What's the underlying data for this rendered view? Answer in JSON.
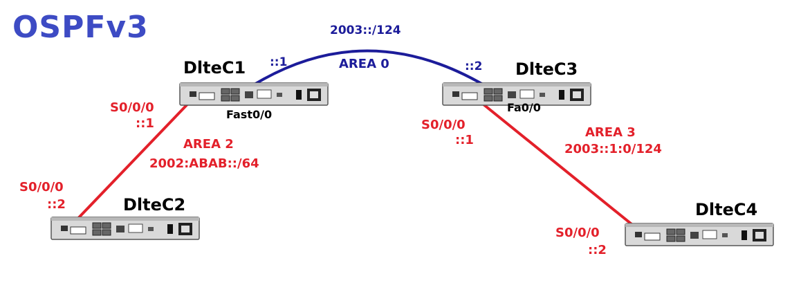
{
  "title": "OSPFv3",
  "routers": {
    "r1": "DlteC1",
    "r2": "DlteC2",
    "r3": "DlteC3",
    "r4": "DlteC4"
  },
  "links": {
    "area0": {
      "network": "2003::/124",
      "area": "AREA 0",
      "r1_addr": "::1",
      "r3_addr": "::2",
      "r1_port": "Fast0/0",
      "r3_port": "Fa0/0"
    },
    "area2": {
      "area": "AREA 2",
      "network": "2002:ABAB::/64",
      "r1_port": "S0/0/0",
      "r1_addr": "::1",
      "r2_port": "S0/0/0",
      "r2_addr": "::2"
    },
    "area3": {
      "area": "AREA 3",
      "network": "2003::1:0/124",
      "r3_port": "S0/0/0",
      "r3_addr": "::1",
      "r4_port": "S0/0/0",
      "r4_addr": "::2"
    }
  },
  "colors": {
    "title": "#3d4bc4",
    "serial_link": "#e3202a",
    "ethernet_link": "#1c1c9a",
    "router_body": "#d8d8d8"
  }
}
